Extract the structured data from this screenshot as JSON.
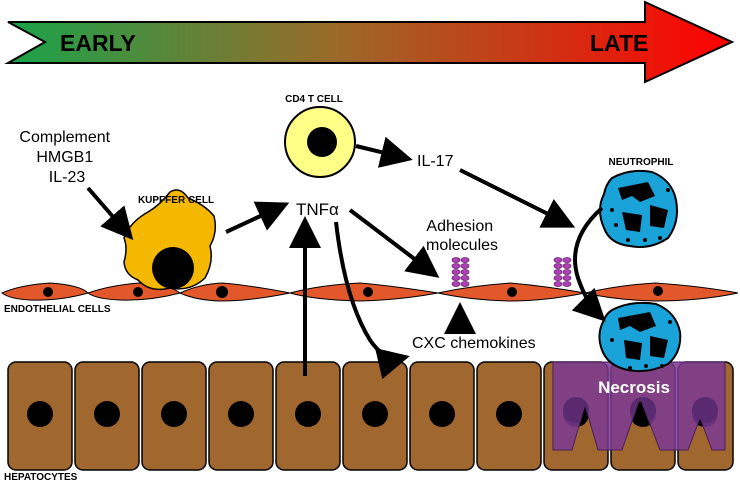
{
  "timeline": {
    "start_label": "EARLY",
    "end_label": "LATE",
    "start_color": "#1aa34a",
    "end_color": "#ff0000"
  },
  "labels": {
    "triggers": [
      "Complement",
      "HMGB1",
      "IL-23"
    ],
    "kupffer": "KUPFFER CELL",
    "cd4": "CD4 T CELL",
    "il17": "IL-17",
    "tnf": "TNFα",
    "neutrophil": "NEUTROPHIL",
    "adhesion": [
      "Adhesion",
      "molecules"
    ],
    "endothelial": "ENDOTHELIAL CELLS",
    "cxc": "CXC chemokines",
    "necrosis": "Necrosis",
    "hepatocytes": "HEPATOCYTES"
  },
  "colors": {
    "kupffer": "#f5b800",
    "cd4": "#ffff88",
    "neutrophil": "#1aa3d9",
    "endothelial": "#e2582a",
    "hepatocyte": "#a0672e",
    "adhesion": "#b040b8",
    "necrosis": "#7b3a93"
  }
}
